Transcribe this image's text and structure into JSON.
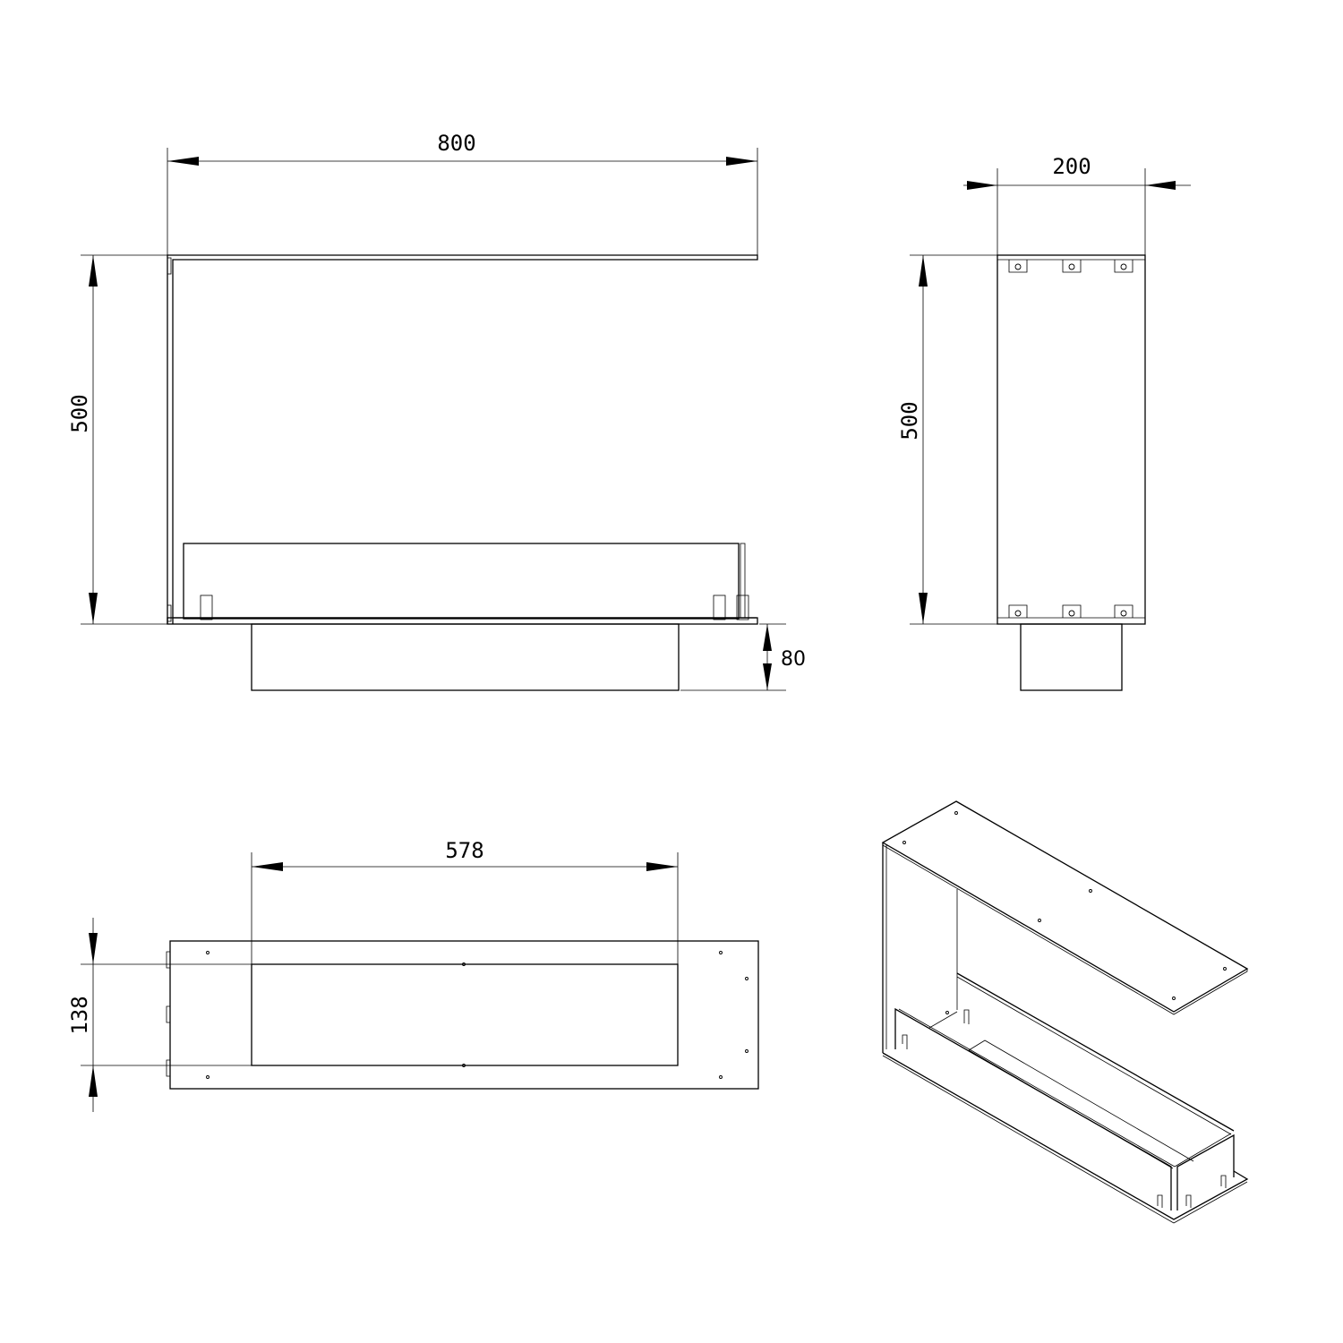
{
  "front_view": {
    "width_label": "800",
    "height_label": "500",
    "burner_depth_label": "80"
  },
  "side_view": {
    "width_label": "200",
    "height_label": "500"
  },
  "top_view": {
    "opening_length_label": "578",
    "opening_width_label": "138"
  }
}
